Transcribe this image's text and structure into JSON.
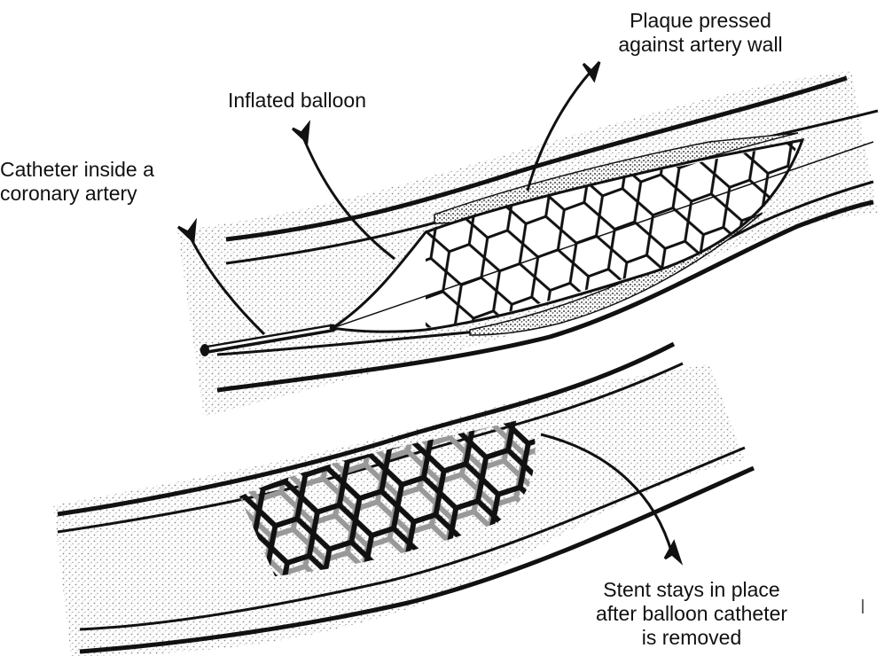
{
  "labels": {
    "plaque": {
      "line1": "Plaque pressed",
      "line2": "against artery wall"
    },
    "balloon": {
      "line1": "Inflated balloon"
    },
    "catheter": {
      "line1": "Catheter inside a",
      "line2": "coronary artery"
    },
    "stent": {
      "line1": "Stent stays in place",
      "line2": "after balloon catheter",
      "line3": "is removed"
    }
  },
  "colors": {
    "ink": "#111111",
    "shade": "#9a9a9a",
    "background": "#ffffff"
  }
}
